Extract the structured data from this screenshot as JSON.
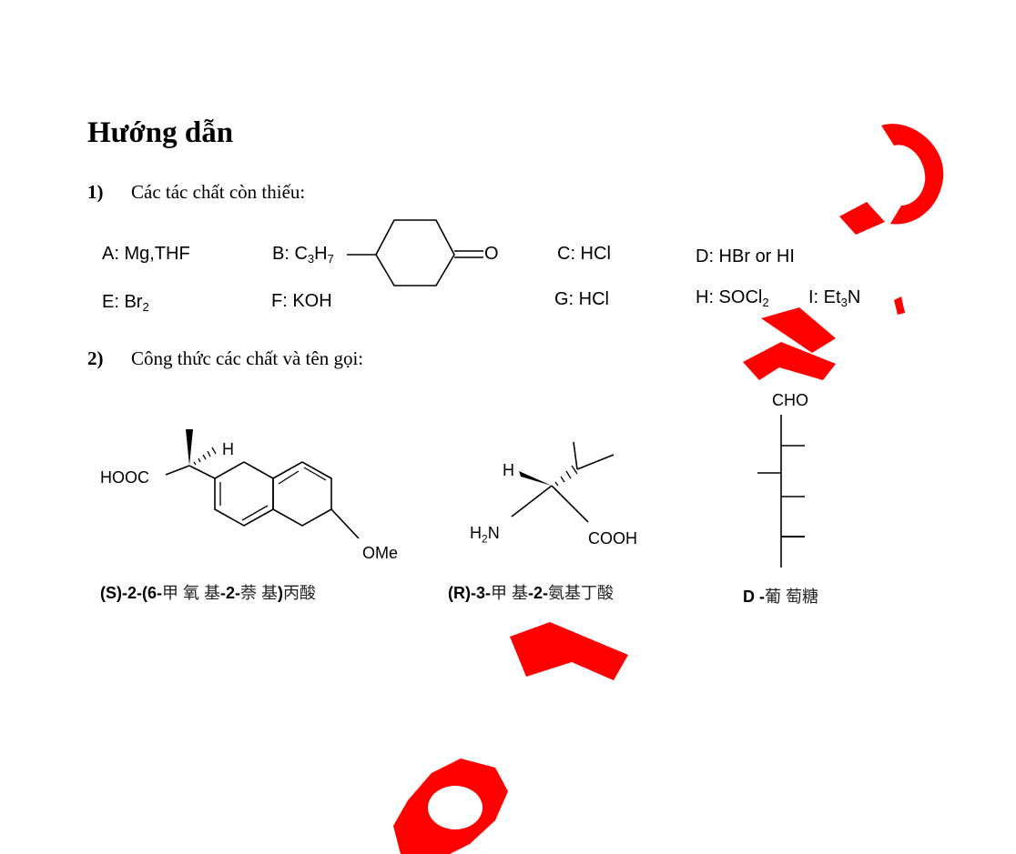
{
  "heading": "Hướng dẫn",
  "section1": {
    "num": "1)",
    "text": "Các tác chất còn thiếu:"
  },
  "reagents": {
    "A": "A: Mg,THF",
    "B_prefix": "B: C",
    "B_sub1": "3",
    "B_mid": "H",
    "B_sub2": "7",
    "B_oxygen": "O",
    "C": "C:  HCl",
    "D": "D:  HBr",
    "D_or": "or",
    "D_alt": "HI",
    "E_prefix": "E: Br",
    "E_sub": "2",
    "F": "F:  KOH",
    "G": "G:  HCl",
    "H_prefix": "H: SOCl",
    "H_sub": "2",
    "I_prefix": "I:  Et",
    "I_sub": "3",
    "I_suffix": "N"
  },
  "section2": {
    "num": "2)",
    "text": "Công thức các chất và tên gọi:"
  },
  "structure1": {
    "label_cooh": "HOOC",
    "label_h": "H",
    "label_ome": "OMe",
    "name_a": "(S)-2-(6-",
    "name_b": "甲 氧 基",
    "name_c": "-2-",
    "name_d": "萘 基",
    "name_e": ")",
    "name_f": "丙酸"
  },
  "structure2": {
    "label_h": "H",
    "label_h2n": "H",
    "label_h2n_sub": "2",
    "label_n": "N",
    "label_cooh": "COOH",
    "name_a": "(R)-3-",
    "name_b": "甲 基",
    "name_c": "-2-",
    "name_d": "氨基丁酸"
  },
  "structure3": {
    "label_cho": "CHO",
    "name_a": "D -",
    "name_b": "葡 萄糖"
  },
  "colors": {
    "watermark": "#ff0000",
    "text": "#000000"
  }
}
